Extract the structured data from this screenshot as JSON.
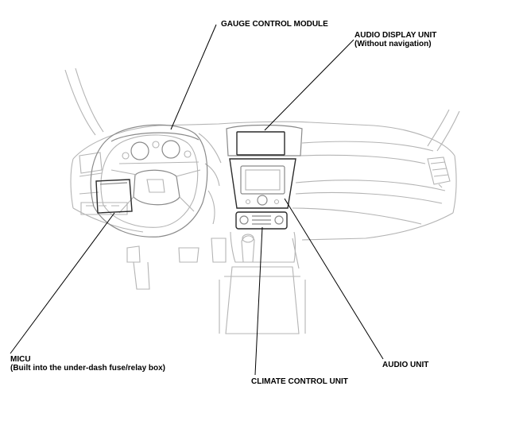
{
  "callouts": {
    "gauge_control_module": {
      "line1": "GAUGE CONTROL MODULE"
    },
    "audio_display_unit": {
      "line1": "AUDIO DISPLAY UNIT",
      "line2": "(Without navigation)"
    },
    "micu": {
      "line1": "MICU",
      "line2": "(Built into the under-dash fuse/relay box)"
    },
    "climate_control_unit": {
      "line1": "CLIMATE CONTROL UNIT"
    },
    "audio_unit": {
      "line1": "AUDIO UNIT"
    }
  },
  "colors": {
    "background": "#ffffff",
    "outline_light": "#b4b4b4",
    "outline_dark": "#2a2a2a",
    "leader_line": "#000000"
  }
}
